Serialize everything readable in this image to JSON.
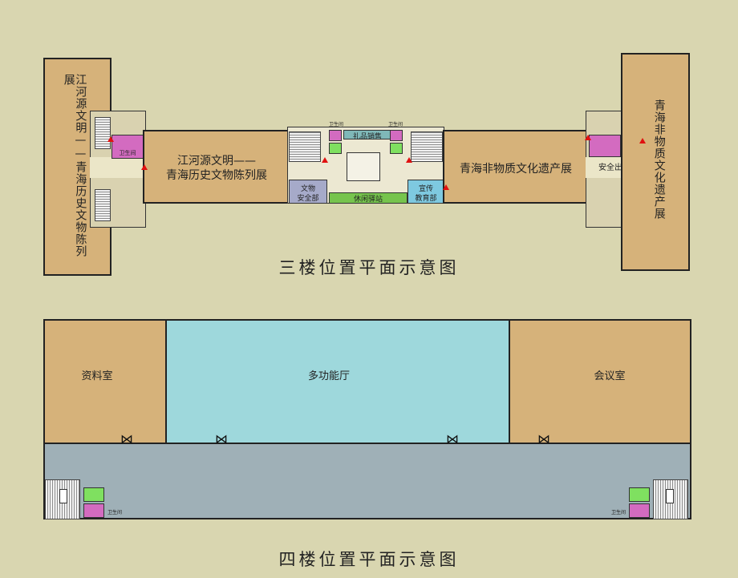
{
  "floor3": {
    "caption": "三楼位置平面示意图",
    "left_hall_label": "江河源文明——青海历史文物陈列展",
    "main_hall_line1": "江河源文明——",
    "main_hall_line2": "青海历史文物陈列展",
    "right_hall_label": "青海非物质文化遗产展",
    "right_wing_label": "青海非物质文化遗产展",
    "gift_shop": "礼品销售",
    "lounge": "休闲驿站",
    "relics_security_line1": "文物",
    "relics_security_line2": "安全部",
    "publicity_line1": "宣传",
    "publicity_line2": "教育部",
    "restroom_small": "卫生间",
    "safety_exit": "安全出口"
  },
  "floor4": {
    "caption": "四楼位置平面示意图",
    "archive_room": "资料室",
    "multi_hall": "多功能厅",
    "meeting_room": "会议室",
    "restroom_small": "卫生间"
  },
  "colors": {
    "background": "#d9d6b0",
    "exhibit_room": "#d6b27a",
    "corridor": "#9fb0b7",
    "multi_hall": "#9ed8dc",
    "restroom_female": "#d36bc0",
    "restroom_male": "#7fe060",
    "lounge": "#76c44d",
    "office": "#a6aac9",
    "publicity": "#7ec9e0",
    "gift_shop": "#7fb8b8",
    "door_marker": "#e01010"
  },
  "icons": [
    "stairs-icon",
    "door-marker-icon",
    "restroom-icon",
    "double-door-icon"
  ]
}
